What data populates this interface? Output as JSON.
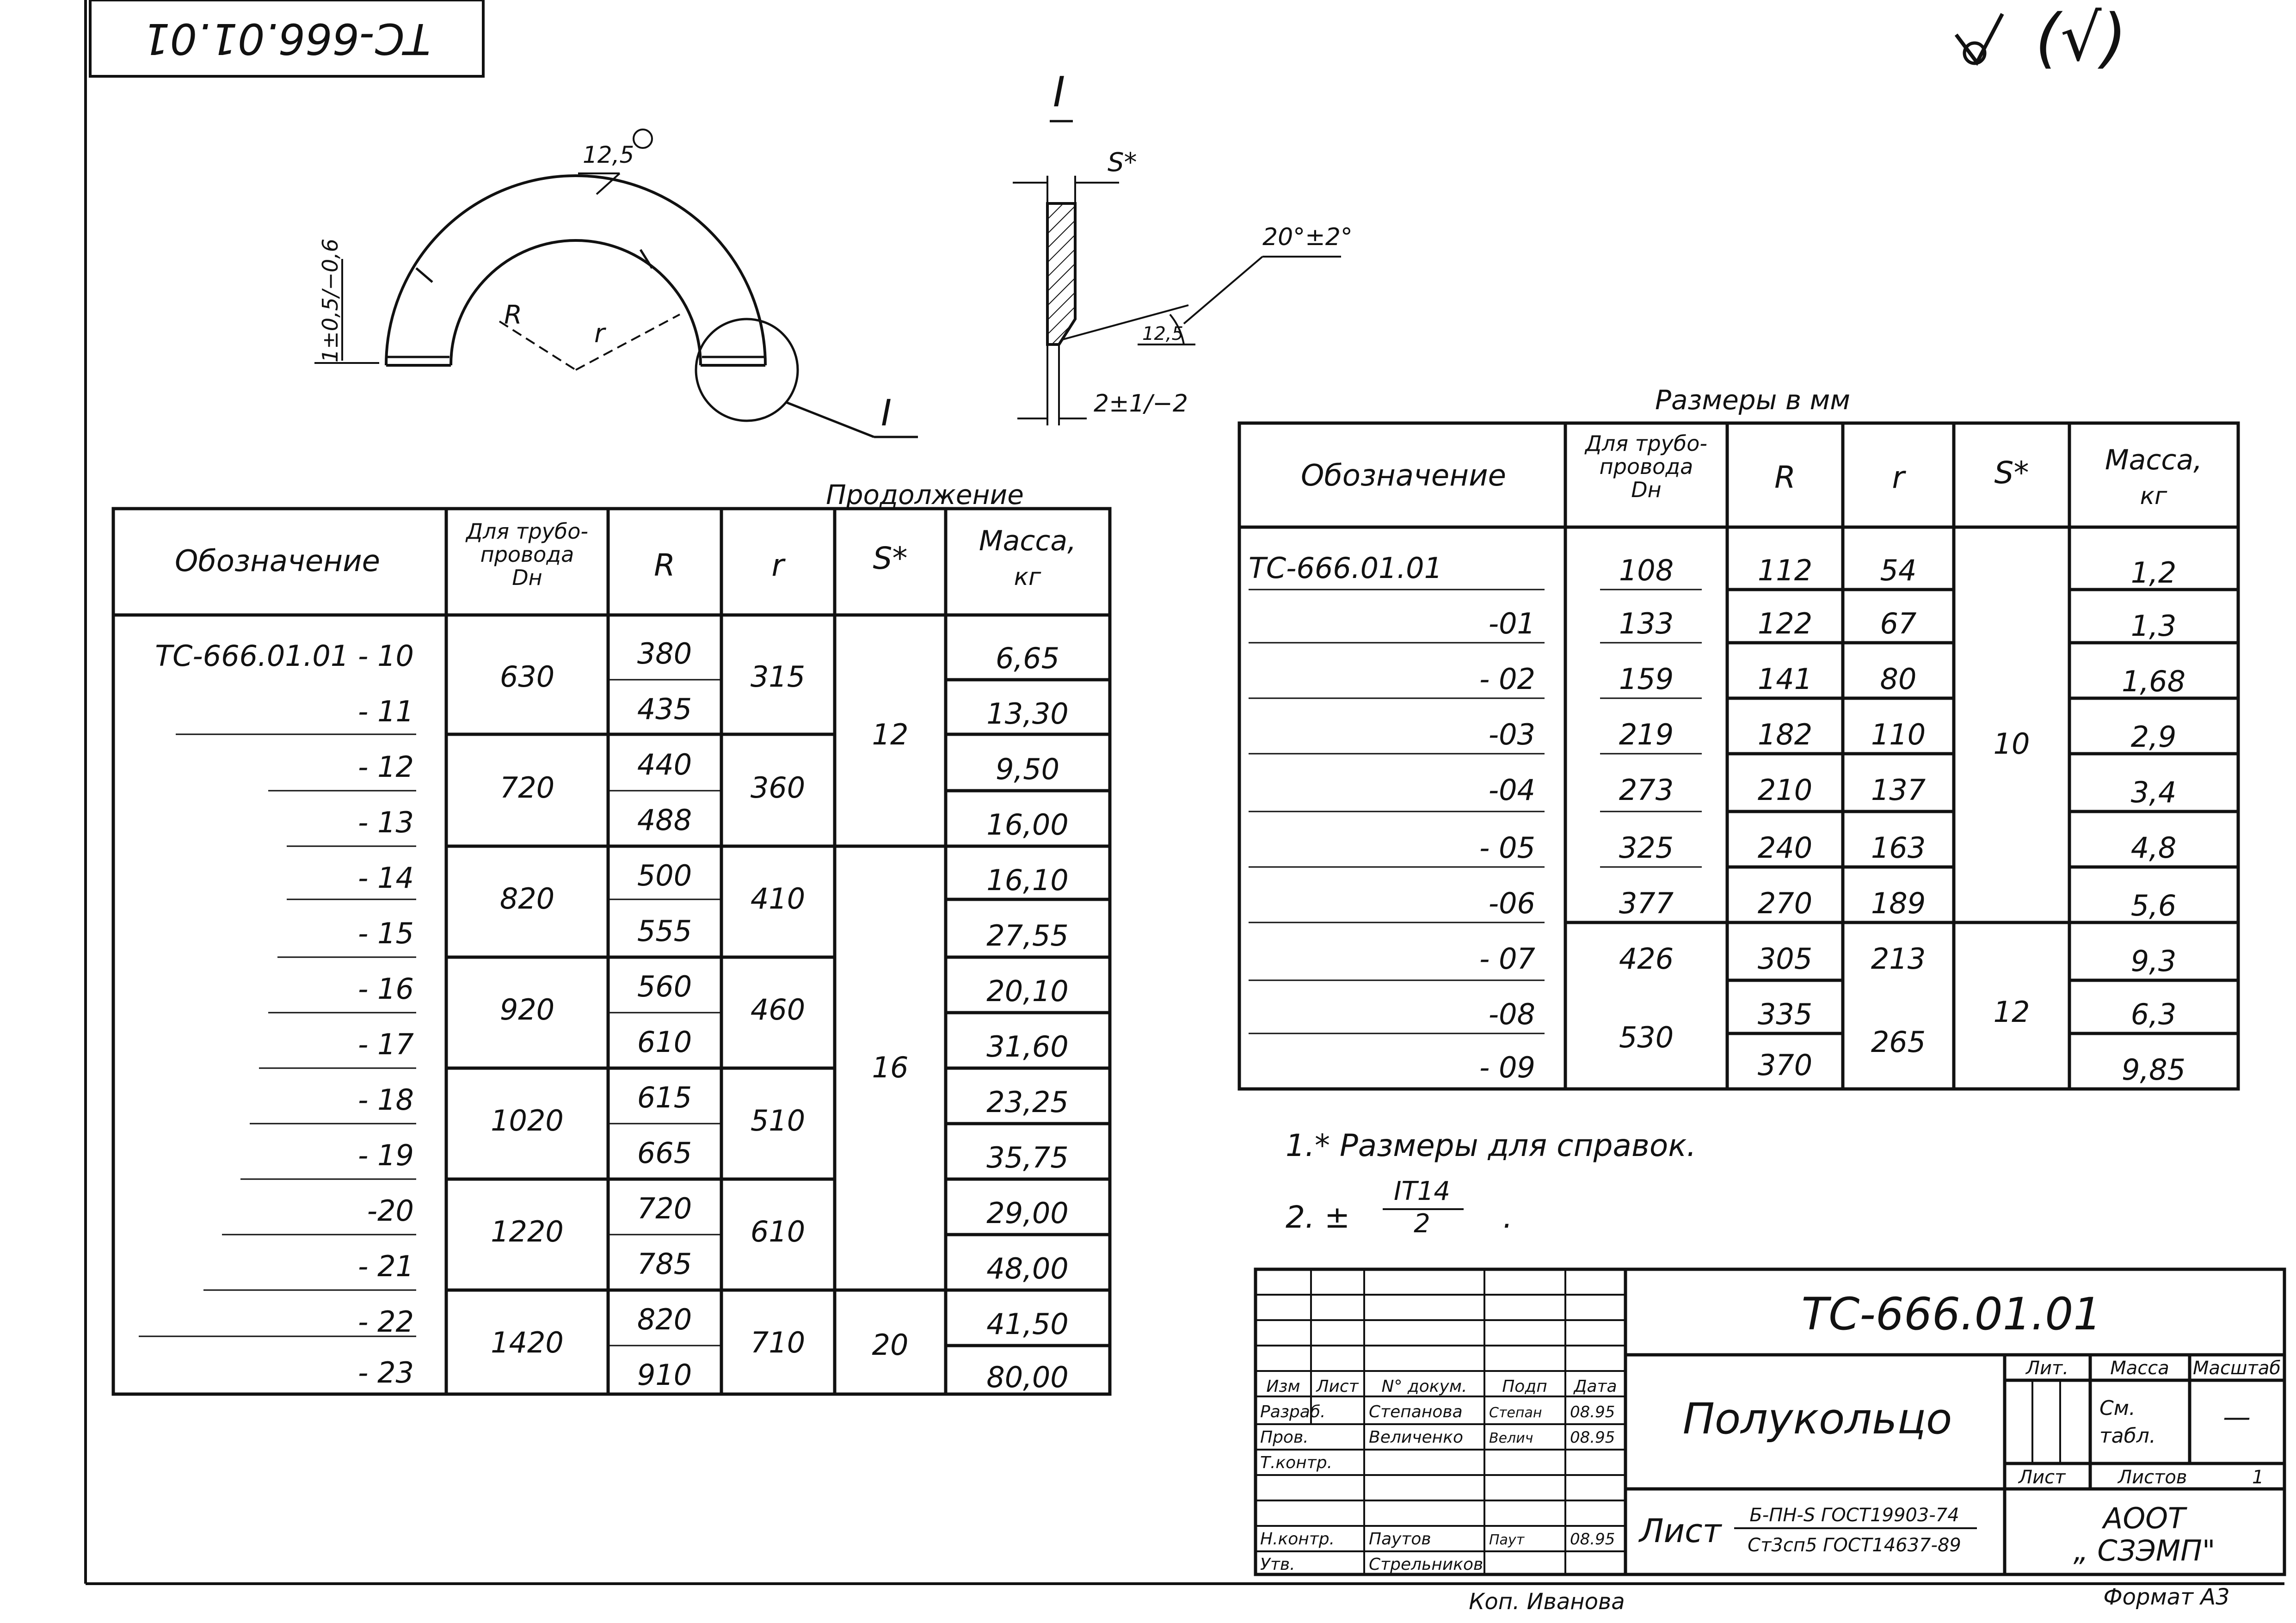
{
  "stamp": {
    "code": "ТС-666.01.01"
  },
  "roughness": {
    "symbol": "∀",
    "bracket": "(√)"
  },
  "drawing": {
    "roughness_label": "12,5",
    "thickness_tol": "1±0,5/−0,6",
    "label_R": "R",
    "label_r": "r",
    "section_mark": "I",
    "s_label": "S*",
    "angle": "20°±2°",
    "roughness_small": "12,5",
    "chamfer": "2±1/−2"
  },
  "left_table": {
    "continuation": "Продолжение",
    "headers": {
      "designation": "Обозначение",
      "dn_1": "Для трубо-",
      "dn_2": "провода",
      "dn_3": "Dн",
      "R": "R",
      "r": "r",
      "S": "S*",
      "mass_1": "Масса,",
      "mass_2": "кг"
    },
    "rows": [
      {
        "des": "ТС-666.01.01 - 10",
        "R": "380",
        "mass": "6,65"
      },
      {
        "des": "- 11",
        "R": "435",
        "mass": "13,30"
      },
      {
        "des": "- 12",
        "R": "440",
        "mass": "9,50"
      },
      {
        "des": "- 13",
        "R": "488",
        "mass": "16,00"
      },
      {
        "des": "- 14",
        "R": "500",
        "mass": "16,10"
      },
      {
        "des": "- 15",
        "R": "555",
        "mass": "27,55"
      },
      {
        "des": "- 16",
        "R": "560",
        "mass": "20,10"
      },
      {
        "des": "- 17",
        "R": "610",
        "mass": "31,60"
      },
      {
        "des": "- 18",
        "R": "615",
        "mass": "23,25"
      },
      {
        "des": "- 19",
        "R": "665",
        "mass": "35,75"
      },
      {
        "des": "-20",
        "R": "720",
        "mass": "29,00"
      },
      {
        "des": "- 21",
        "R": "785",
        "mass": "48,00"
      },
      {
        "des": "- 22",
        "R": "820",
        "mass": "41,50"
      },
      {
        "des": "- 23",
        "R": "910",
        "mass": "80,00"
      }
    ],
    "dn": [
      "630",
      "720",
      "820",
      "920",
      "1020",
      "1220",
      "1420"
    ],
    "r_vals": [
      "315",
      "360",
      "410",
      "460",
      "510",
      "610",
      "710"
    ],
    "s_groups": [
      "12",
      "16",
      "20"
    ]
  },
  "right_table": {
    "units": "Размеры в мм",
    "headers": {
      "designation": "Обозначение",
      "dn_1": "Для трубо-",
      "dn_2": "провода",
      "dn_3": "Dн",
      "R": "R",
      "r": "r",
      "S": "S*",
      "mass_1": "Масса,",
      "mass_2": "кг"
    },
    "rows": [
      {
        "des": "ТС-666.01.01",
        "dn": "108",
        "R": "112",
        "r": "54",
        "mass": "1,2"
      },
      {
        "des": "-01",
        "dn": "133",
        "R": "122",
        "r": "67",
        "mass": "1,3"
      },
      {
        "des": "- 02",
        "dn": "159",
        "R": "141",
        "r": "80",
        "mass": "1,68"
      },
      {
        "des": "-03",
        "dn": "219",
        "R": "182",
        "r": "110",
        "mass": "2,9"
      },
      {
        "des": "-04",
        "dn": "273",
        "R": "210",
        "r": "137",
        "mass": "3,4"
      },
      {
        "des": "- 05",
        "dn": "325",
        "R": "240",
        "r": "163",
        "mass": "4,8"
      },
      {
        "des": "-06",
        "dn": "377",
        "R": "270",
        "r": "189",
        "mass": "5,6"
      },
      {
        "des": "- 07",
        "dn": "426",
        "R": "305",
        "r": "213",
        "mass": "9,3"
      },
      {
        "des": "-08",
        "R": "335",
        "mass": "6,3"
      },
      {
        "des": "- 09",
        "R": "370",
        "mass": "9,85"
      }
    ],
    "dn_group": "530",
    "r_group": "265",
    "s_groups": [
      "10",
      "12"
    ]
  },
  "notes": {
    "note1": "1.* Размеры для справок.",
    "note2_prefix": "2.  ±",
    "note2_num": "IT14",
    "note2_den": "2",
    "note2_suffix": "."
  },
  "title_block": {
    "code": "ТС-666.01.01",
    "name": "Полукольцо",
    "col_izm": "Изм",
    "col_list": "Лист",
    "col_doc": "N° докум.",
    "col_sign": "Подп",
    "col_date": "Дата",
    "rows": [
      {
        "role": "Разраб.",
        "name": "Степанова",
        "sign": "Степан",
        "date": "08.95"
      },
      {
        "role": "Пров.",
        "name": "Величенко",
        "sign": "Велич",
        "date": "08.95"
      },
      {
        "role": "Т.контр.",
        "name": "",
        "sign": "",
        "date": ""
      },
      {
        "role": "",
        "name": "",
        "sign": "",
        "date": ""
      },
      {
        "role": "Н.контр.",
        "name": "Паутов",
        "sign": "Паут",
        "date": "08.95"
      },
      {
        "role": "Утв.",
        "name": "Стрельников",
        "sign": "",
        "date": ""
      }
    ],
    "lit": "Лит.",
    "mass": "Масса",
    "scale": "Масштаб",
    "mass_val_1": "См.",
    "mass_val_2": "табл.",
    "scale_val": "—",
    "sheet": "Лист",
    "sheets": "Листов",
    "sheets_val": "1",
    "material_label": "Лист",
    "material_top": "Б-ПН-S ГОСТ19903-74",
    "material_bottom": "Ст3сп5 ГОСТ14637-89",
    "org_1": "АООТ",
    "org_2": "„ СЗЭМП\""
  },
  "footer": {
    "copied": "Коп. Иванова",
    "format": "Формат А3"
  }
}
